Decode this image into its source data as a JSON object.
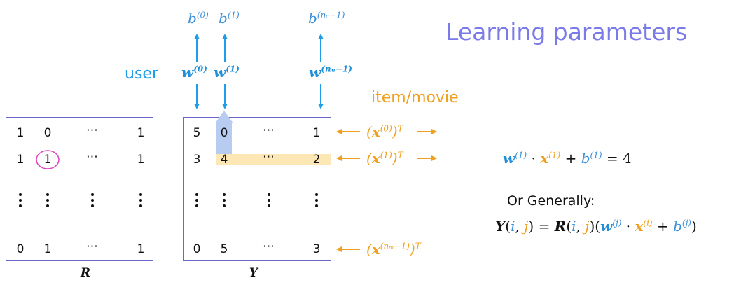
{
  "title": "Learning parameters",
  "labels": {
    "user": "user",
    "item_movie": "item/movie",
    "or_generally": "Or Generally:"
  },
  "matrix_R": {
    "label": "R",
    "rows": [
      [
        "1",
        "0",
        "⋯",
        "1"
      ],
      [
        "1",
        "1",
        "⋯",
        "1"
      ],
      [
        "0",
        "1",
        "⋯",
        "1"
      ]
    ]
  },
  "matrix_Y": {
    "label": "Y",
    "rows": [
      [
        "5",
        "0",
        "⋯",
        "1"
      ],
      [
        "3",
        "4",
        "⋯",
        "2"
      ],
      [
        "0",
        "5",
        "⋯",
        "3"
      ]
    ]
  },
  "user_params": {
    "b": [
      "b",
      "b",
      "b"
    ],
    "b_sup": [
      "(0)",
      "(1)",
      "(nᵤ−1)"
    ],
    "w": [
      "w",
      "w",
      "w"
    ],
    "w_sup": [
      "(0)",
      "(1)",
      "(nᵤ−1)"
    ]
  },
  "item_params": {
    "x_sup": [
      "(0)",
      "(1)",
      "(nₘ−1)"
    ]
  },
  "colors": {
    "blue": "#3d8fd6",
    "orange": "#f0a020",
    "title": "#7a7ae8",
    "box": "#6868c8",
    "circle": "#e040c0"
  },
  "result_value": "4"
}
